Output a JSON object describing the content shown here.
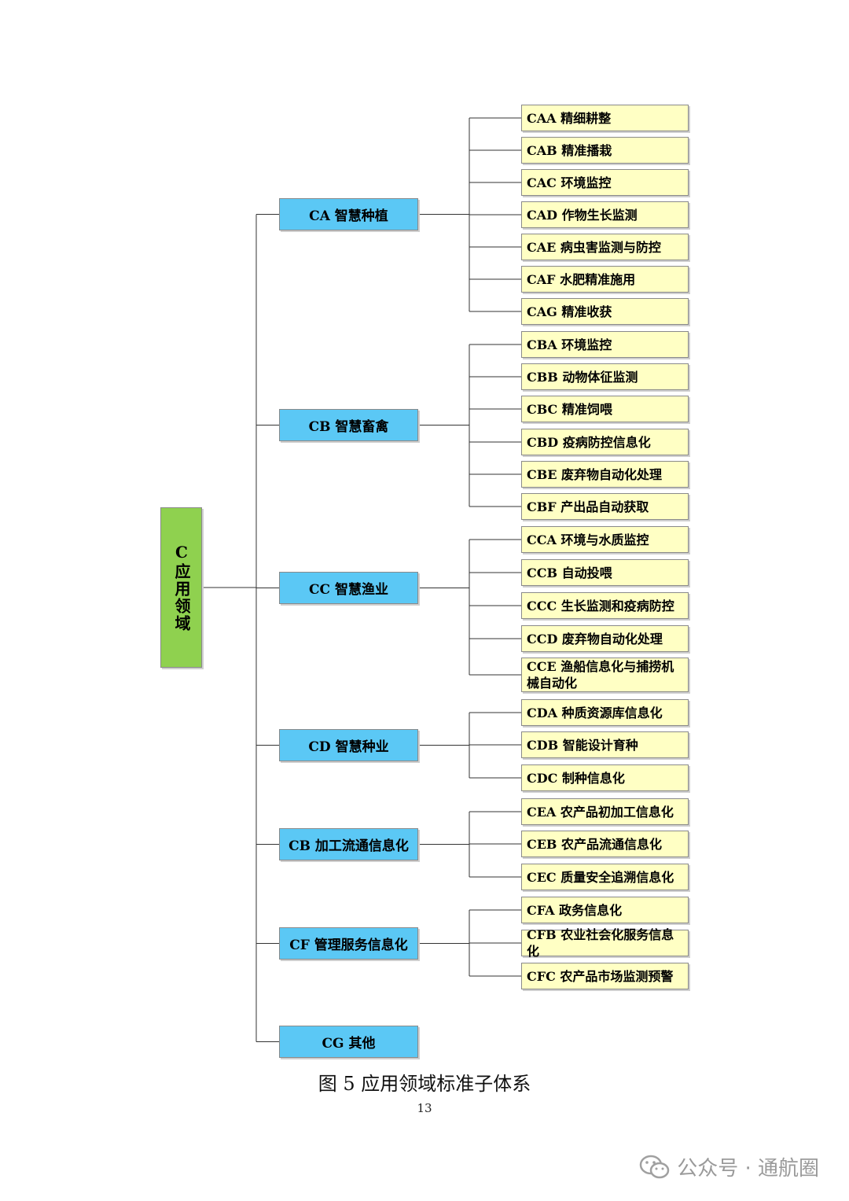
{
  "diagram": {
    "root": {
      "label": "C应用领域"
    },
    "categories": [
      {
        "label": "CA 智慧种植",
        "items": [
          "CAA 精细耕整",
          "CAB 精准播栽",
          "CAC 环境监控",
          "CAD 作物生长监测",
          "CAE 病虫害监测与防控",
          "CAF 水肥精准施用",
          "CAG 精准收获"
        ]
      },
      {
        "label": "CB 智慧畜禽",
        "items": [
          "CBA 环境监控",
          "CBB 动物体征监测",
          "CBC 精准饲喂",
          "CBD 疫病防控信息化",
          "CBE 废弃物自动化处理",
          "CBF 产出品自动获取"
        ]
      },
      {
        "label": "CC 智慧渔业",
        "items": [
          "CCA 环境与水质监控",
          "CCB 自动投喂",
          "CCC 生长监测和疫病防控",
          "CCD 废弃物自动化处理",
          "CCE 渔船信息化与捕捞机械自动化"
        ]
      },
      {
        "label": "CD 智慧种业",
        "items": [
          "CDA 种质资源库信息化",
          "CDB 智能设计育种",
          "CDC 制种信息化"
        ]
      },
      {
        "label": "CB 加工流通信息化",
        "items": [
          "CEA 农产品初加工信息化",
          "CEB 农产品流通信息化",
          "CEC 质量安全追溯信息化"
        ]
      },
      {
        "label": "CF 管理服务信息化",
        "items": [
          "CFA 政务信息化",
          "CFB 农业社会化服务信息化",
          "CFC 农产品市场监测预警"
        ]
      },
      {
        "label": "CG 其他",
        "items": []
      }
    ]
  },
  "caption": "图 5  应用领域标准子体系",
  "page_number": "13",
  "watermark": {
    "text": "公众号 · 通航圈",
    "icon": "wechat-icon"
  },
  "colors": {
    "root": "#8fd14f",
    "category": "#5bc8f5",
    "item": "#ffffc4",
    "line": "#333333"
  }
}
